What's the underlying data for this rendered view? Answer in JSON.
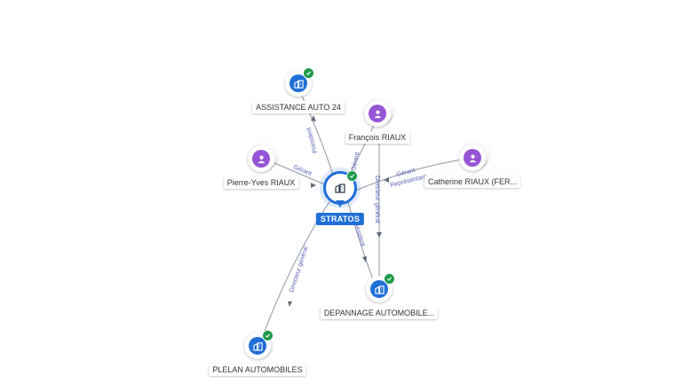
{
  "graph": {
    "center": {
      "label": "STRATOS",
      "icon": "building-icon",
      "verified": true
    },
    "nodes": {
      "assistance": {
        "label": "ASSISTANCE AUTO 24",
        "type": "company",
        "icon": "building-icon",
        "verified": true
      },
      "francois": {
        "label": "François RIAUX",
        "type": "person",
        "icon": "person-icon"
      },
      "pierre": {
        "label": "Pierre-Yves RIAUX",
        "type": "person",
        "icon": "person-icon"
      },
      "catherine": {
        "label": "Catherine RIAUX (FER...",
        "type": "person",
        "icon": "person-icon"
      },
      "depannage": {
        "label": "DEPANNAGE AUTOMOBILE...",
        "type": "company",
        "icon": "building-icon",
        "verified": true
      },
      "plelan": {
        "label": "PLELAN AUTOMOBILES",
        "type": "company",
        "icon": "building-icon",
        "verified": true
      }
    },
    "edges": {
      "assistance_president": "Président",
      "francois_gerant": "Gérant",
      "pierre_gerant": "Gérant",
      "catherine_gerant": "Gérant",
      "catherine_representant": "Représentant",
      "francois_directeur": "Directeur général",
      "depannage_president": "Président",
      "plelan_directeur": "Directeur général"
    },
    "colors": {
      "company": "#1f6fd6",
      "person": "#9654d6",
      "verified": "#1f9a4a",
      "edge": "#8d97a6",
      "edge_label": "#5a5fb8"
    }
  }
}
